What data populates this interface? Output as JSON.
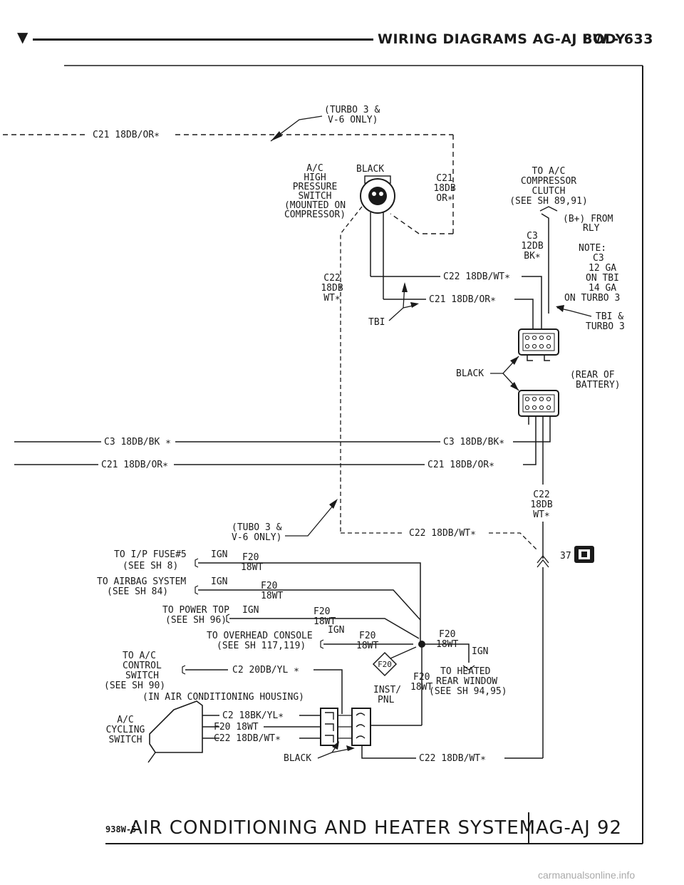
{
  "header": {
    "marker_icon": "triangle-down-icon",
    "title": "WIRING DIAGRAMS AG-AJ BODY",
    "page": "8W - 633"
  },
  "footer": {
    "code": "938W-5",
    "title": "AIR CONDITIONING AND HEATER SYSTEM",
    "ref": "AG-AJ 92"
  },
  "watermark": "carmanualsonline.info",
  "diagram": {
    "note_turbo_top": [
      "(TURBO 3 &",
      "V-6 ONLY)"
    ],
    "note_turbo_mid": [
      "(TUBO 3 &",
      "V-6 ONLY)"
    ],
    "wire_c21_top": "C21 18DB/OR∗",
    "switch_label": [
      "A/C",
      "HIGH",
      "PRESSURE",
      "SWITCH",
      "(MOUNTED ON",
      "COMPRESSOR)"
    ],
    "black_top": "BLACK",
    "c21_vertical": [
      "C21",
      "18DB",
      "OR∗"
    ],
    "to_compressor": [
      "TO A/C",
      "COMPRESSOR",
      "CLUTCH",
      "(SEE SH 89,91)"
    ],
    "bplus_from": [
      "(B+) FROM",
      "RLY"
    ],
    "c3_vertical": [
      "C3",
      "12DB",
      "BK∗"
    ],
    "note_c3": [
      "NOTE:",
      "C3",
      "12 GA",
      "ON TBI",
      "14 GA",
      "ON TURBO 3"
    ],
    "c22_vertical_left": [
      "C22",
      "18DB",
      "WT∗"
    ],
    "wire_c22_a": "C22 18DB/WT∗",
    "wire_c21_a": "C21 18DB/OR∗",
    "tbi": "TBI",
    "tbi_turbo": [
      "TBI &",
      "TURBO 3"
    ],
    "black_mid": "BLACK",
    "rear_battery": [
      "(REAR OF",
      "BATTERY)"
    ],
    "wire_c3_left": "C3 18DB/BK ∗",
    "wire_c3_right": "C3 18DB/BK∗",
    "wire_c21_left": "C21 18DB/OR∗",
    "wire_c21_right": "C21 18DB/OR∗",
    "c22_vertical_right": [
      "C22",
      "18DB",
      "WT∗"
    ],
    "wire_c22_dash": "C22 18DB/WT∗",
    "ref_37": "37",
    "fuse5": [
      "TO I/P FUSE#5",
      "(SEE SH 8)"
    ],
    "airbag": [
      "TO AIRBAG SYSTEM",
      "(SEE SH 84)"
    ],
    "power_top": [
      "TO POWER TOP",
      "(SEE SH 96)"
    ],
    "overhead": [
      "TO OVERHEAD CONSOLE",
      "(SEE SH 117,119)"
    ],
    "ign": "IGN",
    "f20": "F20",
    "wt18": "18WT",
    "ac_control": [
      "TO A/C",
      "CONTROL",
      "SWITCH",
      "(SEE SH 90)",
      "(IN AIR CONDITIONING HOUSING)"
    ],
    "wire_c2": "C2 20DB/YL ∗",
    "inst_pnl": [
      "INST/",
      "PNL"
    ],
    "f20_vert": [
      "F20",
      "18WT"
    ],
    "heated": [
      "TO HEATED",
      "REAR WINDOW",
      "(SEE SH 94,95)"
    ],
    "cycling": [
      "A/C",
      "CYCLING",
      "SWITCH"
    ],
    "cyc_wires": [
      "C2 18BK/YL∗",
      "F20 18WT",
      "C22 18DB/WT∗"
    ],
    "black_bottom": "BLACK",
    "wire_c22_bottom": "C22 18DB/WT∗"
  }
}
